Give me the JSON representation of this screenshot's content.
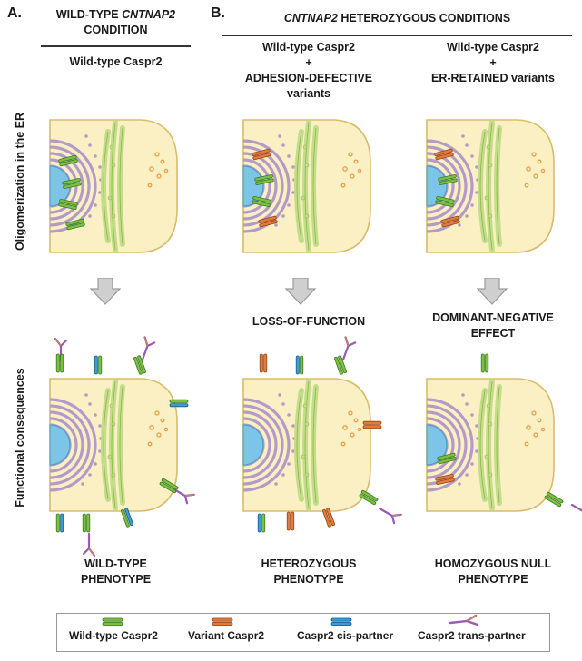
{
  "panel_a": {
    "letter": "A.",
    "title_line1_pre": "WILD-TYPE ",
    "title_line1_gene": "CNTNAP2",
    "title_line2": "CONDITION",
    "column_label": "Wild-type Caspr2",
    "outcome_line1": "WILD-TYPE",
    "outcome_line2": "PHENOTYPE"
  },
  "panel_b": {
    "letter": "B.",
    "title_gene": "CNTNAP2",
    "title_rest": " HETEROZYGOUS CONDITIONS",
    "col1": {
      "line1": "Wild-type Caspr2",
      "plus": "+",
      "line3": "ADHESION-DEFECTIVE variants",
      "effect": "LOSS-OF-FUNCTION",
      "outcome_line1": "HETEROZYGOUS",
      "outcome_line2": "PHENOTYPE"
    },
    "col2": {
      "line1": "Wild-type Caspr2",
      "plus": "+",
      "line3": "ER-RETAINED variants",
      "effect_line1": "DOMINANT-NEGATIVE",
      "effect_line2": "EFFECT",
      "outcome_line1": "HOMOZYGOUS NULL",
      "outcome_line2": "PHENOTYPE"
    }
  },
  "row_labels": {
    "top": "Oligomerization in the ER",
    "bottom": "Functional consequences"
  },
  "legend": {
    "wild_type": "Wild-type Caspr2",
    "variant": "Variant Caspr2",
    "cis_partner": "Caspr2 cis-partner",
    "trans_partner": "Caspr2 trans-partner"
  },
  "colors": {
    "wild_type": "#7ac143",
    "variant": "#e07b3c",
    "cis_partner": "#3a9bd5",
    "trans_partner": "#9b59b6",
    "cytoplasm": "#fbf0c4",
    "nucleus": "#7cc4e8",
    "er": "#b49ac9",
    "golgi": "#c3dd8a"
  }
}
